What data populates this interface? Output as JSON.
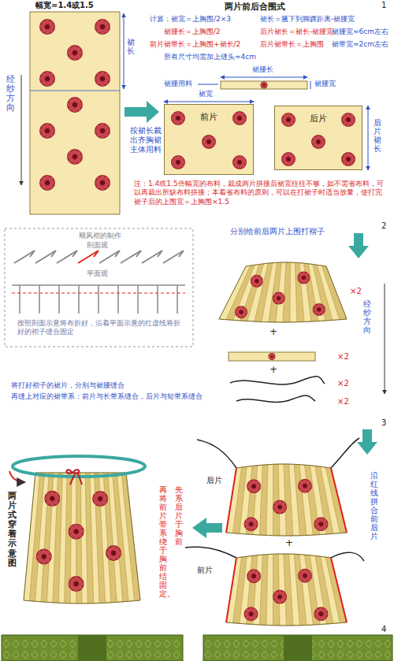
{
  "diagram": {
    "title": "两片前后合围式",
    "nodes": [
      {
        "text": [
          "前片"
        ]
      },
      {
        "text": [
          "后片"
        ]
      }
    ],
    "labels": [
      "幅宽≈1.4或1.5",
      "裙长",
      "经纱方向",
      "1",
      "计算：裙宽＝上胸围/2×3",
      "裙长＝腋下到脚踝距离-裙腰宽",
      "裙腰长＝上胸围/2",
      "后片裙长＝裙长-裙腰宽",
      "裙腰宽≈6cm左右",
      "前片裙带长＝上胸围+裙长/2",
      "后片裙带长＝上胸围",
      "裙带宽≈2cm左右",
      "所有尺寸均需加上缝头≈4cm",
      "裙腰长",
      "裙腰用料",
      "裙腰宽",
      "按裙长裁出齐胸裙主体用料",
      "裙宽",
      "后片裙长",
      "注：1.4或1.5倍幅宽的布料，裁成两片拼接后裙宽往往不够，如不需省布料，可以再裁出所缺布料拼接；本着省布料的原则，可以在打裙子时适当放量，使打完裙子后的上围宽＝上胸围×1.5",
      "2",
      "顺风褶的制作",
      "剖面观",
      "平面观",
      "按照剖面示意将布折好，沿着平面示意的红虚线将折好的褶子缝合固定",
      "分别给前后两片上围打褶子",
      "×2",
      "+",
      "×2",
      "+",
      "×2",
      "×2",
      "经纱方向",
      "将打好褶子的裙片，分别与裙腰缝合",
      "再缝上对应的裙带系：前片与长带系缝合，后片与短带系缝合",
      "3",
      "后片",
      "+",
      "前片",
      "沿红线拼合前后片",
      "两片式穿着示意图",
      "先系后片于胸前",
      "再将前片带系绕于胸前结固定。",
      "4"
    ]
  }
}
